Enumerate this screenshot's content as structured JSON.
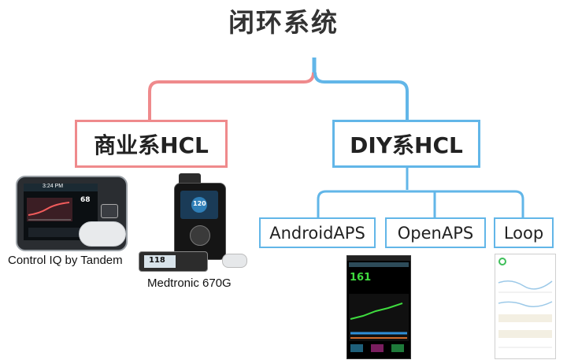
{
  "title": "闭环系统",
  "nodes": {
    "commercial": "商业系HCL",
    "diy": "DIY系HCL",
    "android_aps": "AndroidAPS",
    "open_aps": "OpenAPS",
    "loop": "Loop"
  },
  "captions": {
    "tandem": "Control IQ by Tandem",
    "medtronic": "Medtronic 670G"
  },
  "device_screens": {
    "tandem_time": "3:24 PM",
    "tandem_value": "68",
    "medtronic_value": "120",
    "cgm_reading": "118",
    "aaps_bg": "161"
  },
  "colors": {
    "commercial_border": "#ef8a8c",
    "diy_border": "#62b6e8"
  }
}
